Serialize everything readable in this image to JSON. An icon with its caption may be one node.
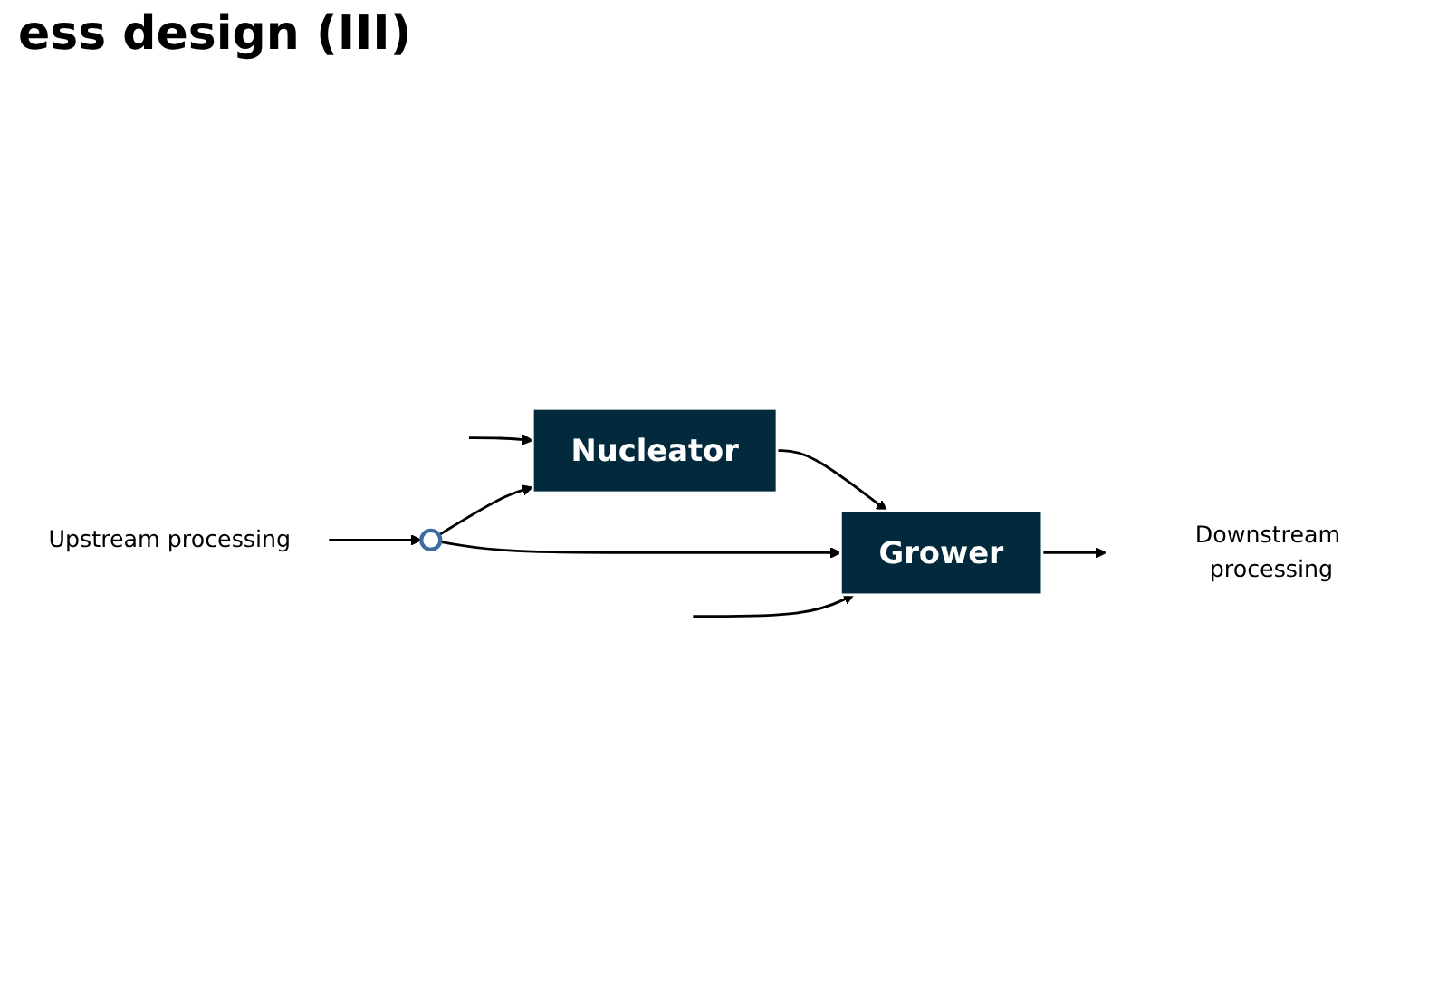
{
  "diagram": {
    "title": "ess design (III)",
    "nodes": [
      {
        "text": [
          "Nucleator"
        ]
      },
      {
        "text": [
          "Grower"
        ]
      },
      {
        "text": [
          "Upstream processing"
        ]
      },
      {
        "text": [],
        "shape": "circle"
      },
      {
        "text": [
          "Downstream processing"
        ]
      }
    ],
    "edges": [
      {
        "from": null,
        "to": 0,
        "arrow": "to"
      },
      {
        "from": 0,
        "to": 1,
        "arrow": "to"
      },
      {
        "from": 2,
        "to": 3,
        "arrow": "to"
      },
      {
        "from": 3,
        "to": 0,
        "arrow": "to"
      },
      {
        "from": 3,
        "to": 1,
        "arrow": "to"
      },
      {
        "from": 1,
        "to": 4,
        "arrow": "to"
      },
      {
        "from": null,
        "to": 1,
        "arrow": "to"
      }
    ]
  }
}
